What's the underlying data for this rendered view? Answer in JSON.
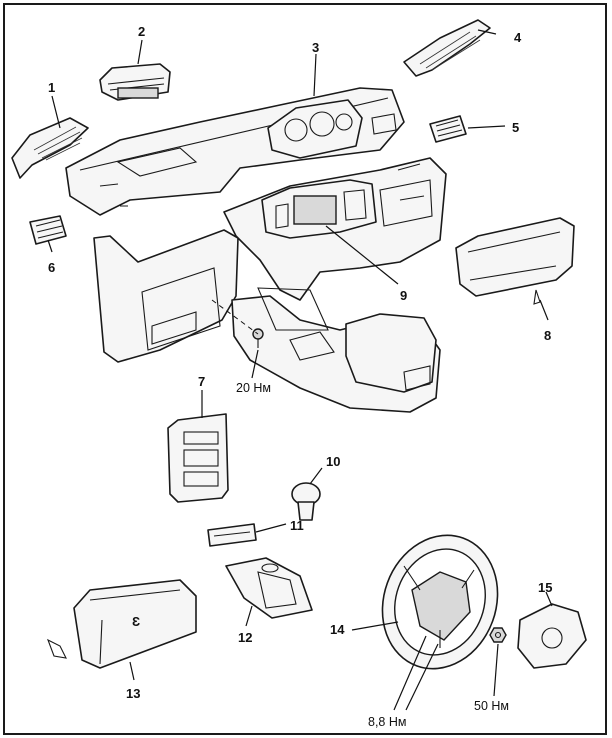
{
  "callouts": {
    "c1": "1",
    "c2": "2",
    "c3": "3",
    "c4": "4",
    "c5": "5",
    "c6": "6",
    "c7": "7",
    "c8": "8",
    "c9": "9",
    "c10": "10",
    "c11": "11",
    "c12": "12",
    "c13": "13",
    "c14": "14",
    "c15": "15"
  },
  "torque_labels": {
    "t1": "20 Нм",
    "t2": "8,8 Нм",
    "t3": "50 Нм"
  },
  "icons": {
    "glovebox_emblem": "Ɛ"
  }
}
